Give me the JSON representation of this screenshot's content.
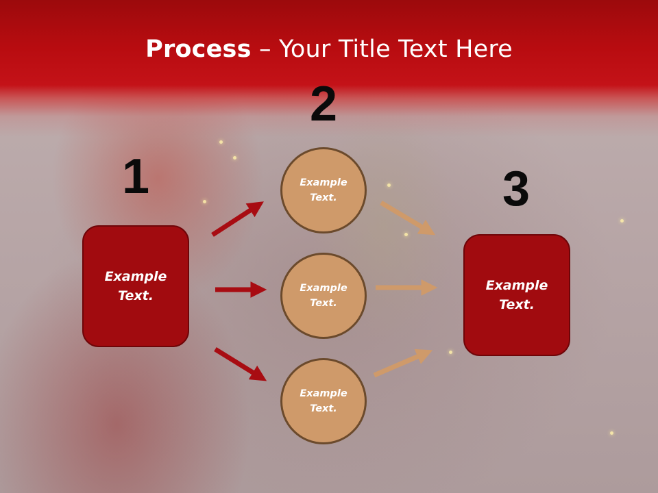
{
  "title": {
    "bold": "Process",
    "rest": " – Your Title Text Here"
  },
  "steps": [
    {
      "number": "1"
    },
    {
      "number": "2"
    },
    {
      "number": "3"
    }
  ],
  "left_box": {
    "text": "Example Text."
  },
  "right_box": {
    "text": "Example Text."
  },
  "circles": [
    {
      "text": "Example Text."
    },
    {
      "text": "Example Text."
    },
    {
      "text": "Example Text."
    }
  ],
  "colors": {
    "title_band": "#b80c10",
    "box_fill": "#a10b0f",
    "circle_fill": "#cf9a6a",
    "arrow_dark_red": "#a80c12",
    "arrow_tan": "#cf9a6a",
    "number_text": "#0a0a0a"
  }
}
